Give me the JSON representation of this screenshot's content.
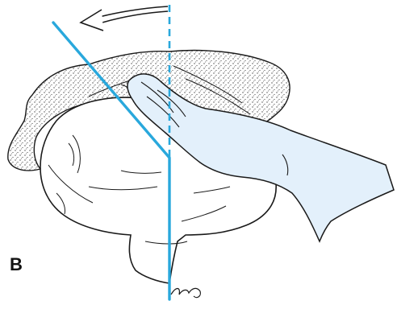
{
  "figure": {
    "panel_label": "B",
    "colors": {
      "axis_line": "#29a8dc",
      "hand_fill": "#e3f0fb",
      "ink": "#1a1a1a",
      "stipple": "#4a4a4a"
    },
    "elements": {
      "rotation_arrow": "curved-arrow-icon",
      "axis_before": "dashed-vertical-axis",
      "axis_after": "rotated-axis-line",
      "hand": "hand-shape",
      "organ": "uterus-shape",
      "tissue": "stippled-tissue"
    }
  }
}
